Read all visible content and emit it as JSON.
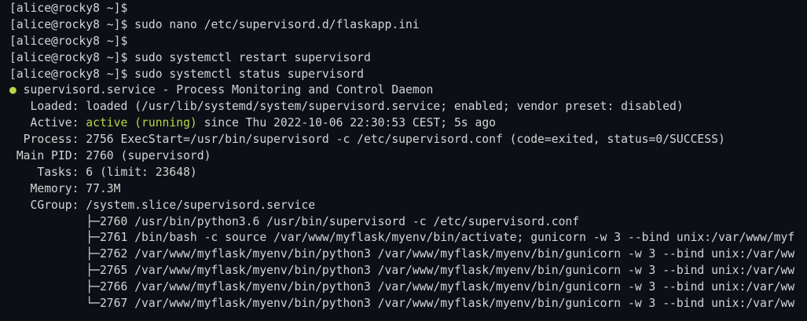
{
  "colors": {
    "background": "#0c1016",
    "text": "#d4d4d4",
    "active": "#b9d64a"
  },
  "prompt": "[alice@rocky8 ~]$ ",
  "commands": [
    "",
    "sudo nano /etc/supervisord.d/flaskapp.ini",
    "",
    "sudo systemctl restart supervisord",
    "sudo systemctl status supervisord"
  ],
  "status": {
    "bullet": "●",
    "header": " supervisord.service - Process Monitoring and Control Daemon",
    "loaded": "   Loaded: loaded (/usr/lib/systemd/system/supervisord.service; enabled; vendor preset: disabled)",
    "active_label": "   Active: ",
    "active_state": "active (running)",
    "active_rest": " since Thu 2022-10-06 22:30:53 CEST; 5s ago",
    "process": "  Process: 2756 ExecStart=/usr/bin/supervisord -c /etc/supervisord.conf (code=exited, status=0/SUCCESS)",
    "main_pid": " Main PID: 2760 (supervisord)",
    "tasks": "    Tasks: 6 (limit: 23648)",
    "memory": "   Memory: 77.3M",
    "cgroup": "   CGroup: /system.slice/supervisord.service",
    "tree": [
      "           ├─2760 /usr/bin/python3.6 /usr/bin/supervisord -c /etc/supervisord.conf",
      "           ├─2761 /bin/bash -c source /var/www/myflask/myenv/bin/activate; gunicorn -w 3 --bind unix:/var/www/myf",
      "           ├─2762 /var/www/myflask/myenv/bin/python3 /var/www/myflask/myenv/bin/gunicorn -w 3 --bind unix:/var/ww",
      "           ├─2765 /var/www/myflask/myenv/bin/python3 /var/www/myflask/myenv/bin/gunicorn -w 3 --bind unix:/var/ww",
      "           ├─2766 /var/www/myflask/myenv/bin/python3 /var/www/myflask/myenv/bin/gunicorn -w 3 --bind unix:/var/ww",
      "           └─2767 /var/www/myflask/myenv/bin/python3 /var/www/myflask/myenv/bin/gunicorn -w 3 --bind unix:/var/ww"
    ]
  }
}
